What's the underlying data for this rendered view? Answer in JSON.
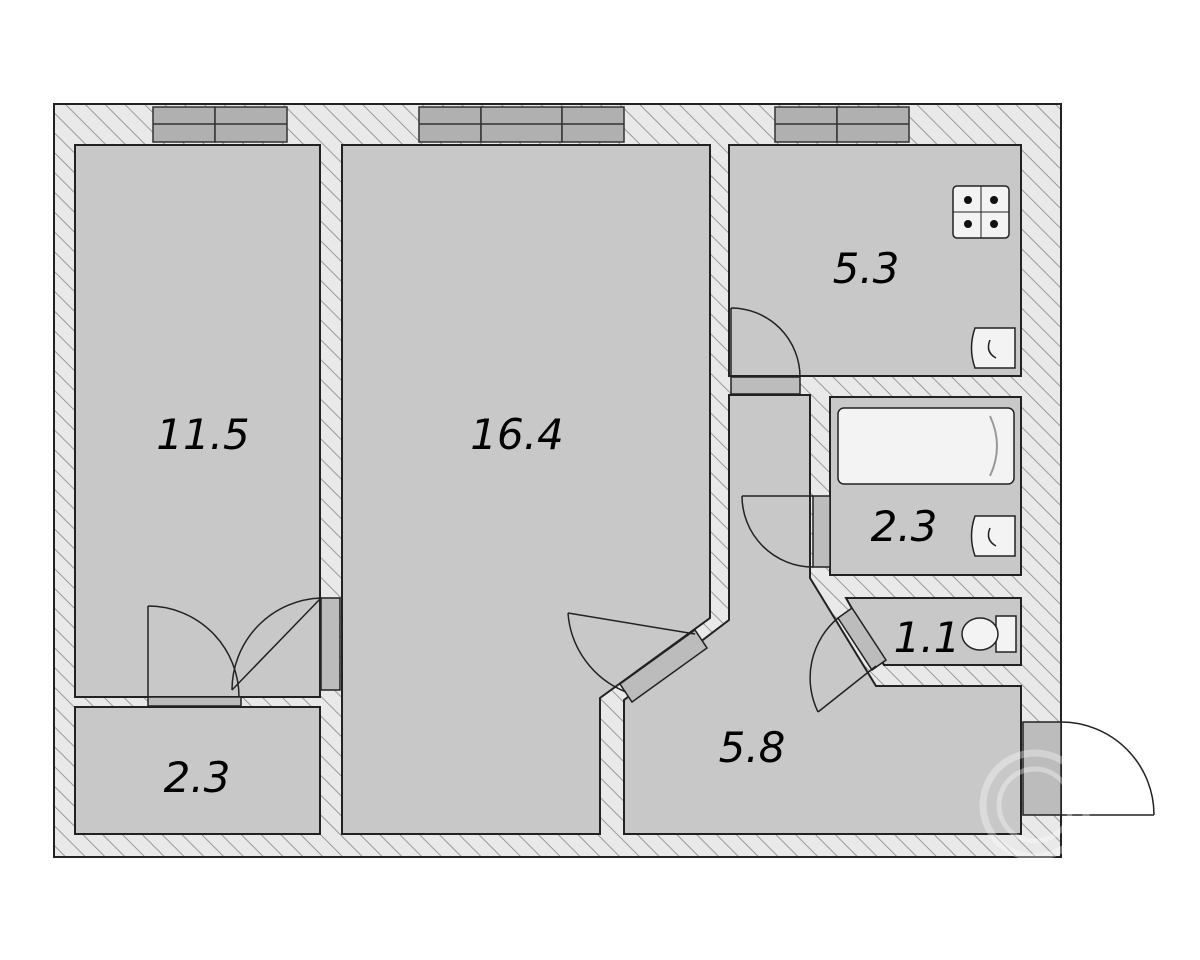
{
  "colors": {
    "wall": "#e9e9e9",
    "hatch": "#9a9a9a",
    "room": "#c8c8c8",
    "line": "#222222"
  },
  "rooms": [
    {
      "id": "room-left",
      "area": "11.5"
    },
    {
      "id": "room-big",
      "area": "16.4"
    },
    {
      "id": "kitchen",
      "area": "5.3"
    },
    {
      "id": "bathroom",
      "area": "2.3"
    },
    {
      "id": "toilet",
      "area": "1.1"
    },
    {
      "id": "hall",
      "area": "5.8"
    },
    {
      "id": "closet",
      "area": "2.3"
    }
  ],
  "icons": [
    "stove-icon",
    "sink-icon",
    "bathtub-icon",
    "toilet-icon",
    "watermark-logo"
  ]
}
